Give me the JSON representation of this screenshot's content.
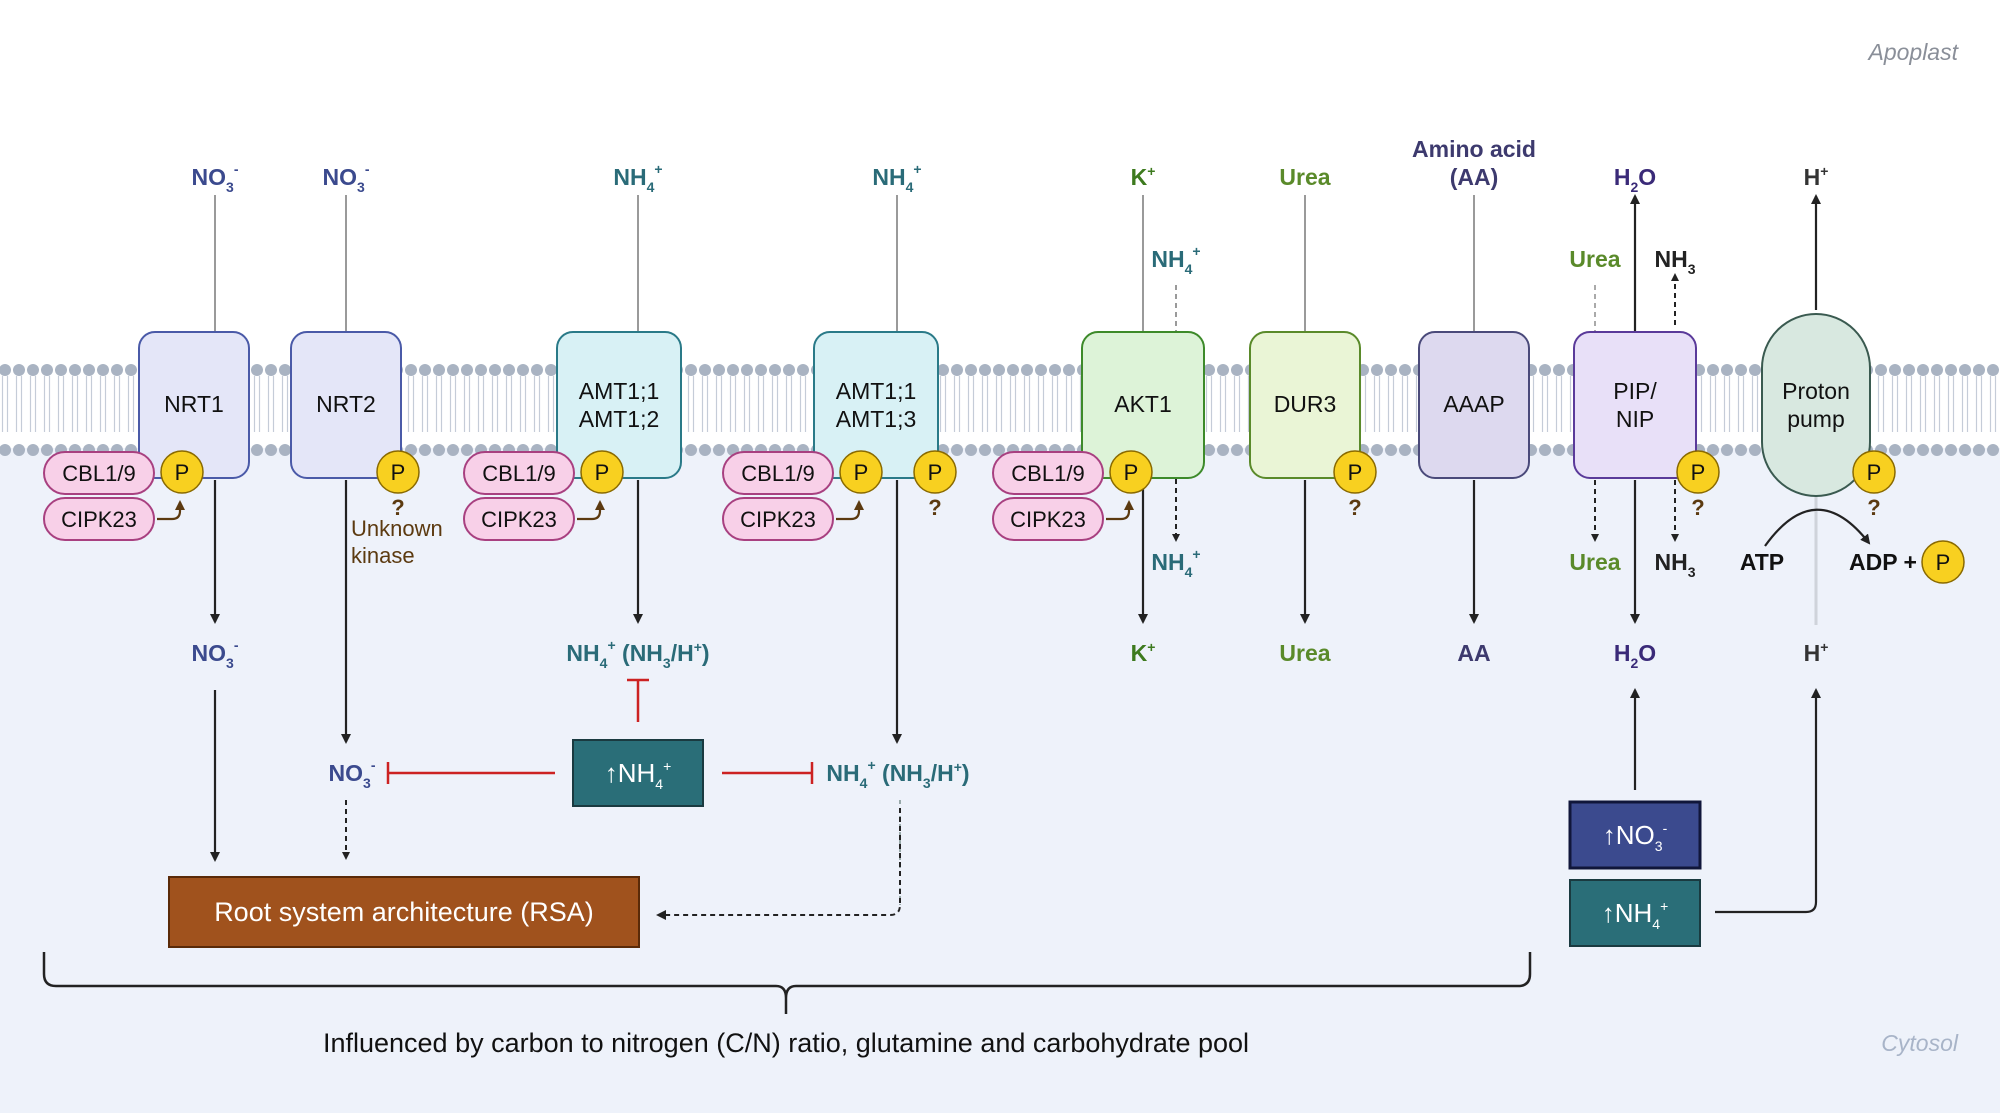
{
  "compartments": {
    "apoplast": "Apoplast",
    "cytosol": "Cytosol"
  },
  "colors": {
    "nitrate": "#3b4a8e",
    "ammonium": "#2a6b78",
    "potassium": "#3d7a1e",
    "urea": "#5a8a2a",
    "amino": "#3d3a6e",
    "water": "#3a2a78",
    "proton": "#333333",
    "inhibit": "#cc2222",
    "rsa_fill": "#a0521d",
    "nh4_box": "#2a6e78",
    "no3_box": "#3b4a8e",
    "phos": "#f8d020",
    "cbl": "#f8d0e8"
  },
  "transporters": {
    "nrt1": "NRT1",
    "nrt2": "NRT2",
    "amt12_line1": "AMT1;1",
    "amt12_line2": "AMT1;2",
    "amt13_line1": "AMT1;1",
    "amt13_line2": "AMT1;3",
    "akt1": "AKT1",
    "dur3": "DUR3",
    "aaap": "AAAP",
    "pip_line1": "PIP/",
    "pip_line2": "NIP",
    "pump_line1": "Proton",
    "pump_line2": "pump"
  },
  "kinases": {
    "cbl": "CBL1/9",
    "cipk": "CIPK23",
    "phospho": "P",
    "question": "?",
    "unknown_line1": "Unknown",
    "unknown_line2": "kinase"
  },
  "substrates": {
    "no3_main": "NO",
    "no3_sub": "3",
    "no3_sup": "-",
    "nh4_main": "NH",
    "nh4_sub": "4",
    "nh4_sup": "+",
    "k_main": "K",
    "k_sup": "+",
    "urea": "Urea",
    "amino_line1": "Amino acid",
    "amino_line2": "(AA)",
    "aa": "AA",
    "h2o_h": "H",
    "h2o_sub": "2",
    "h2o_o": "O",
    "nh3_main": "NH",
    "nh3_sub": "3",
    "h_main": "H",
    "h_sup": "+",
    "atp": "ATP",
    "adp": "ADP +",
    "nh3h_open": " (NH",
    "nh3h_close": "/H",
    "nh3h_end": ")",
    "up_arrow": "↑"
  },
  "boxes": {
    "rsa": "Root system architecture (RSA)"
  },
  "footer": {
    "influence": "Influenced by carbon to nitrogen (C/N) ratio, glutamine and carbohydrate pool"
  }
}
